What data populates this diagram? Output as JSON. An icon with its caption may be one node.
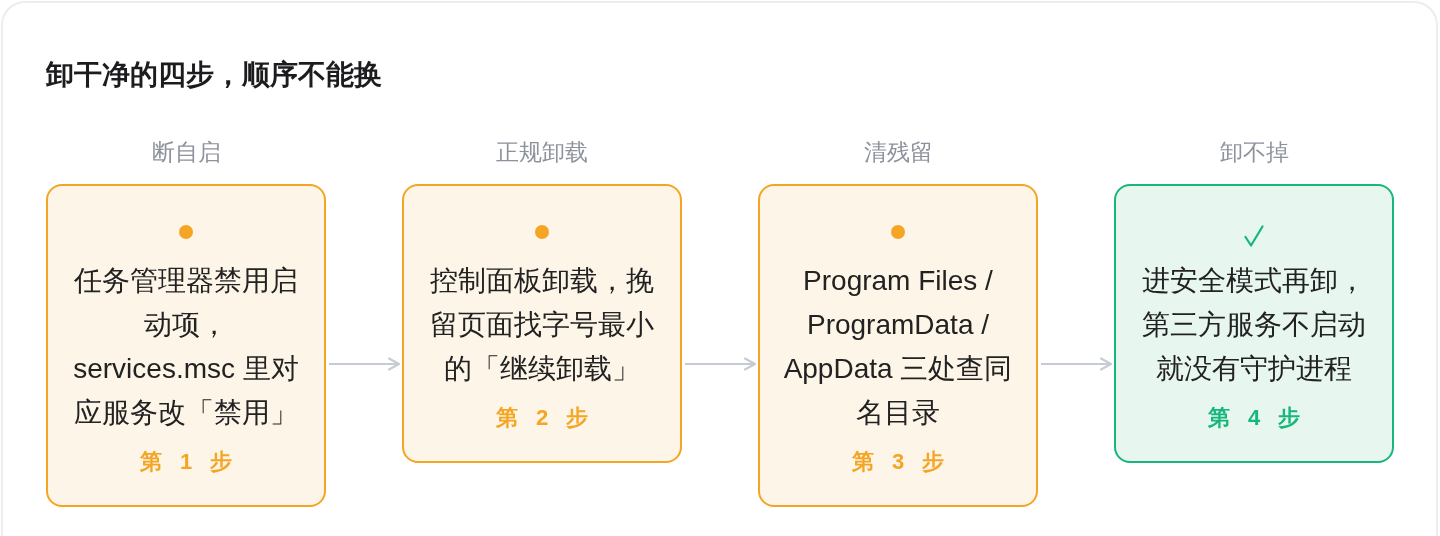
{
  "diagram": {
    "title": "卸干净的四步，顺序不能换",
    "nodes": [
      {
        "text": [
          "断自启",
          "任务管理器禁用启动项，services.msc 里对应服务改「禁用」",
          "第 1 步"
        ]
      },
      {
        "text": [
          "正规卸载",
          "控制面板卸载，挽留页面找字号最小的「继续卸载」",
          "第 2 步"
        ]
      },
      {
        "text": [
          "清残留",
          "Program Files / ProgramData / AppData 三处查同名目录",
          "第 3 步"
        ]
      },
      {
        "text": [
          "卸不掉",
          "进安全模式再卸，第三方服务不启动就没有守护进程",
          "第 4 步"
        ]
      }
    ],
    "edges": [
      {
        "from": 0,
        "to": 1,
        "arrow": "to"
      },
      {
        "from": 1,
        "to": 2,
        "arrow": "to"
      },
      {
        "from": 2,
        "to": 3,
        "arrow": "to"
      }
    ]
  }
}
